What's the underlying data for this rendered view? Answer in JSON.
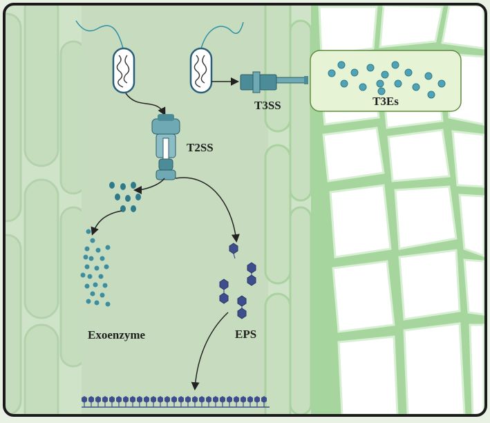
{
  "labels": {
    "t3ss": "T3SS",
    "t3es": "T3Es",
    "t2ss": "T2SS",
    "exoenzyme": "Exoenzyme",
    "eps": "EPS"
  },
  "colors": {
    "frame": "#1a1a1a",
    "background": "#cfe3c8",
    "tissue_band": "#b9d4b0",
    "cell_wall": "#9fd49a",
    "cell_interior": "#ffffff",
    "effector": "#4fa3b5",
    "effector_box": "#e6f3d5",
    "eps_hexagon": "#3e4e8c",
    "arrow": "#222222"
  },
  "icons": [
    "bacterium-icon",
    "t3ss-secretion-apparatus-icon",
    "t2ss-secretion-apparatus-icon",
    "effector-dot-icon",
    "exoenzyme-bead-icon",
    "eps-hexagon-icon"
  ]
}
